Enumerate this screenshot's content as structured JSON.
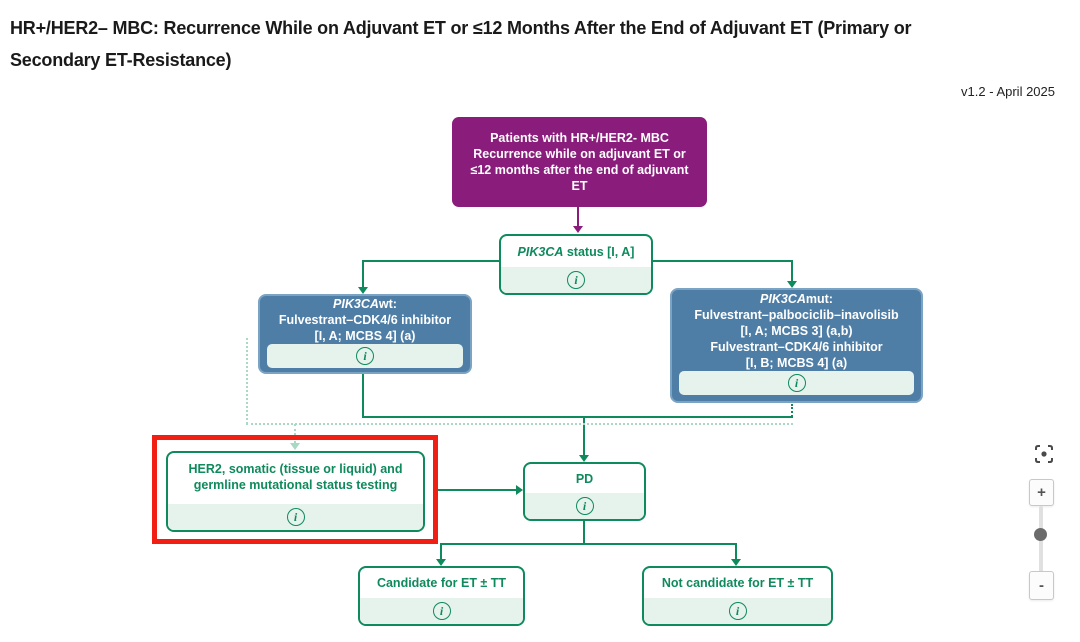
{
  "header": {
    "title_line1": "HR+/HER2– MBC: Recurrence While on Adjuvant ET or ≤12 Months After the End of Adjuvant ET (Primary or",
    "title_line2": "Secondary ET-Resistance)",
    "version": "v1.2 - April 2025"
  },
  "flowchart": {
    "patients": {
      "lines": [
        "Patients with HR+/HER2- MBC",
        "Recurrence while on adjuvant ET or",
        "≤12 months after the end of adjuvant",
        "ET"
      ]
    },
    "pik3ca_status": {
      "gene": "PIK3CA",
      "rest": " status [I, A]"
    },
    "pik3ca_wt": {
      "gene": "PIK3CA",
      "suffix": "wt:",
      "lines": [
        "Fulvestrant–CDK4/6 inhibitor",
        "[I, A; MCBS 4] (a)"
      ]
    },
    "pik3ca_mut": {
      "gene": "PIK3CA",
      "suffix": "mut:",
      "lines": [
        "Fulvestrant–palbociclib–inavolisib",
        "[I, A; MCBS 3] (a,b)",
        "Fulvestrant–CDK4/6 inhibitor",
        "[I, B; MCBS 4] (a)"
      ]
    },
    "her2_testing": {
      "lines": [
        "HER2, somatic (tissue or liquid) and",
        "germline mutational status testing"
      ]
    },
    "pd": {
      "label": "PD"
    },
    "candidate": {
      "label": "Candidate for ET ± TT"
    },
    "not_candidate": {
      "label": "Not candidate for ET ± TT"
    },
    "info_icon_glyph": "i"
  },
  "controls": {
    "zoom_in_label": "+",
    "zoom_out_label": "-"
  },
  "colors": {
    "purple": "#8A1C7C",
    "blue": "#4E7EA6",
    "green": "#0E8A5D",
    "light-green": "#E6F2EC",
    "red": "#F11E14",
    "dot-green": "#A9D8C4",
    "title": "#1A1A1A"
  }
}
